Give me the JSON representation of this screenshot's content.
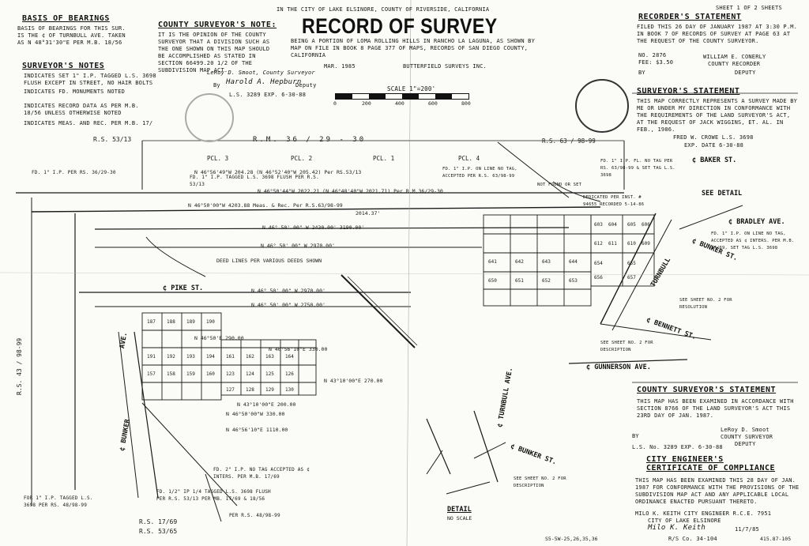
{
  "location_header": "IN THE CITY OF LAKE ELSINORE, COUNTY OF RIVERSIDE, CALIFORNIA",
  "title": "RECORD OF SURVEY",
  "subtitle": "BEING A PORTION OF LOMA ROLLING HILLS IN RANCHO LA LAGUNA, AS SHOWN BY MAP ON FILE IN BOOK 8 PAGE 377 OF MAPS, RECORDS OF SAN DIEGO COUNTY, CALIFORNIA",
  "date_line": "MAR. 1985",
  "company": "BUTTERFIELD SURVEYS INC.",
  "sheet_no": "SHEET 1 OF 2 SHEETS",
  "basis": {
    "heading": "BASIS OF BEARINGS",
    "text": "BASIS OF BEARINGS FOR THIS SUR. IS THE ¢ OF TURNBULL AVE. TAKEN AS N 48°31'30\"E PER M.B. 18/56"
  },
  "surveyors_notes": {
    "heading": "SURVEYOR'S NOTES",
    "items": [
      "INDICATES SET 1\" I.P. TAGGED L.S. 3698 FLUSH EXCEPT IN STREET, NO HAIR BOLTS",
      "INDICATES FD. MONUMENTS NOTED",
      "INDICATES RECORD DATA AS PER M.B. 18/56 UNLESS OTHERWISE NOTED",
      "INDICATES MEAS. AND REC. PER M.B. 17/"
    ]
  },
  "county_note": {
    "heading": "COUNTY SURVEYOR'S NOTE:",
    "text": "IT IS THE OPINION OF THE COUNTY SURVEYOR THAT A DIVISION SUCH AS THE ONE SHOWN ON THIS MAP SHOULD BE ACCOMPLISHED AS STATED IN SECTION 66499.20 1/2 OF THE SUBDIVISION MAP ACT.",
    "signer": "LeRoy D. Smoot, County Surveyor",
    "by": "By",
    "deputy": "Deputy",
    "license": "L.S. 3289   EXP. 6-30-88"
  },
  "scale": {
    "label": "SCALE 1\"=200'",
    "ticks": [
      "0",
      "200",
      "400",
      "600",
      "800"
    ]
  },
  "recorders_statement": {
    "heading": "RECORDER'S STATEMENT",
    "text": "FILED THIS 26 DAY OF JANUARY 1987 AT 3:30 P.M. IN BOOK 7 OF RECORDS OF SURVEY AT PAGE 63 AT THE REQUEST OF THE COUNTY SURVEYOR.",
    "no": "NO. 2876",
    "fee": "FEE: $3.50",
    "recorder": "WILLIAM E. CONERLY",
    "recorder_title": "COUNTY RECORDER",
    "by": "BY",
    "deputy": "DEPUTY"
  },
  "surveyors_statement": {
    "heading": "SURVEYOR'S STATEMENT",
    "text": "THIS MAP CORRECTLY REPRESENTS A SURVEY MADE BY ME OR UNDER MY DIRECTION IN CONFORMANCE WITH THE REQUIREMENTS OF THE LAND SURVEYOR'S ACT, AT THE REQUEST OF JACK WIGGINS, ET. AL. IN FEB., 1986.",
    "signer": "FRED W. CROWE  L.S. 3698",
    "exp": "EXP. DATE 6-30-88"
  },
  "county_statement": {
    "heading": "COUNTY SURVEYOR'S STATEMENT",
    "text": "THIS MAP HAS BEEN EXAMINED IN ACCORDANCE WITH SECTION 8766 OF THE LAND SURVEYOR'S ACT THIS 23RD DAY OF JAN. 1987.",
    "signer": "LeRoy D. Smoot",
    "title": "COUNTY SURVEYOR",
    "deputy": "DEPUTY",
    "license": "L.S. No. 3289   EXP. 6-30-88"
  },
  "engineer_cert": {
    "heading": "CITY ENGINEER'S CERTIFICATE OF COMPLIANCE",
    "text": "THIS MAP HAS BEEN EXAMINED THIS 28 DAY OF JAN. 1987 FOR CONFORMANCE WITH THE PROVISIONS OF THE SUBDIVISION MAP ACT AND ANY APPLICABLE LOCAL ORDINANCE ENACTED PURSUANT THERETO.",
    "signer": "MILO K. KEITH  CITY ENGINEER  R.C.E. 7951",
    "city": "CITY OF LAKE ELSINORE",
    "sig_date": "11/7/85",
    "footer": "R/S Co. 34-104"
  },
  "map_refs": {
    "ref_top_left": "R.S. 53/13",
    "ref_top_mid": "R.M. 36 / 29 - 30",
    "ref_top_right": "R.S. 63 / 98-99",
    "ref_left_vertical": "R.S. 43 / 98-99",
    "ref_bottom_left": "R.S. 17/69",
    "ref_bottom_left2": "R.S. 53/65",
    "sheet_ref": "S5-5W-25,26,35,36",
    "sheet_ref2": "415.87-105"
  },
  "parcels": [
    "PCL. 3",
    "PCL. 2",
    "PCL. 1",
    "PCL. 4"
  ],
  "streets": {
    "baker": "¢ BAKER ST.",
    "see_detail": "SEE DETAIL",
    "bradley": "¢ BRADLEY AVE.",
    "bunker_right": "¢ BUNKER ST.",
    "turnbull_right": "TURNBULL",
    "bennett": "¢ BENNETT ST.",
    "gunnerson": "¢ GUNNERSON AVE.",
    "pike": "¢ PIKE ST.",
    "bunker_left": "¢ BUNKER",
    "turnbull_detail": "¢ TURNBULL AVE.",
    "bunker_detail": "¢ BUNKER ST.",
    "ave": "AVE.",
    "detail_label": "DETAIL",
    "detail_scale": "NO SCALE"
  },
  "bearings": {
    "b1": "N 46°56'49\"W  204.28  (N 46°52'40\"W 205.42) Per RS.53/13",
    "b2": "N 46°50'44\"W  2022.21  (N 46°48'40\"W 2021.71) Per R.M.36/29-30",
    "b3": "N 46°50'00\"W  4203.88 Meas. & Rec. Per R.S.63/98-99",
    "b4": "2014.37'",
    "b5": "N 46° 50' 00\" W     2430.00'     3190.00'",
    "b6": "N 46° 50' 00\" W     2970.00'",
    "b7": "N 46° 50' 00\" W     2970.00'",
    "b8": "N 46° 50' 00\" W     2750.00'",
    "b9": "N 46°56'10\"E  330.00",
    "b10": "N 46°50'E  290.00",
    "deed_lines": "DEED LINES PER VARIOUS DEEDS SHOWN",
    "b11": "N 46°56'10\"E  1110.00",
    "b12": "N 46°50'00\"W  330.00",
    "b13": "N 43°10'00\"E  270.00",
    "b14": "N 43°10'00\"E  200.00"
  },
  "lots": [
    "603",
    "604",
    "605",
    "606",
    "612",
    "611",
    "610",
    "609",
    "641",
    "642",
    "643",
    "644",
    "650",
    "651",
    "652",
    "653",
    "654",
    "655",
    "656",
    "657"
  ],
  "lots_left": [
    "187",
    "188",
    "189",
    "190",
    "191",
    "192",
    "193",
    "194",
    "157",
    "158",
    "159",
    "160",
    "161",
    "162",
    "163",
    "164",
    "123",
    "124",
    "125",
    "126",
    "127",
    "128",
    "129",
    "130"
  ],
  "misc_notes": {
    "n1": "FD. 1\" I.P. TAGGED L.S. 3698 FLUSH PER R.S. 53/13",
    "n2": "FD. 1\" I.P. PER RS. 36/29-30",
    "n3": "DEDICATED PER INST. # 94655 RECORDED 5-14-86",
    "n4": "FD. 1\" I.P. FL. NO TAG PER RS. 63/98-99 & SET TAG L.S. 3698",
    "n5": "FD. 1\" I.P. ON LINE NO TAG, ACCEPTED AS ¢ INTERS. PER M.B. 17/69, SET TAG L.S. 3698",
    "n6": "FOR 1\" I.P. TAGGED L.S. 3698 PER RS. 48/98-99",
    "n7": "SEE SHEET NO. 2 FOR RESOLUTION",
    "n8": "SEE SHEET NO. 2 FOR DESCRIPTION",
    "n9": "FD. 1\" I.P. ON LINE NO TAG, ACCEPTED PER R.S. 63/98-99",
    "n10": "FD. 2\" I.P. NO TAG ACCEPTED AS ¢ INTERS. PER M.B. 17/69",
    "n11": "NOT FOUND OR SET",
    "n12": "SEE SHEET NO. 2 FOR DESCRIPTION",
    "n13": "FD. 1/2\" IP 1/4 TAGGED L.S. 3698 FLUSH PER R.S. 53/13 PER MB. 17/69 & 18/56",
    "n14": "PER R.S. 48/98-99"
  }
}
